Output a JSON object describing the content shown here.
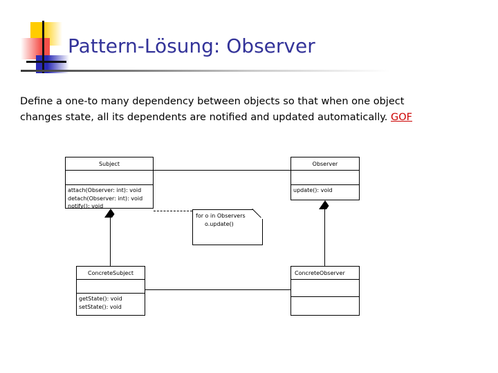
{
  "slide": {
    "title": "Pattern-Lösung: Observer",
    "title_color": "#333399",
    "body": {
      "text": "Define a one-to many dependency between objects so that when one object changes state, all its dependents are notified and updated automatically. ",
      "link_label": "GOF",
      "link_color": "#CC0000"
    }
  },
  "logo": {
    "yellow": "#FFCC00",
    "red": "#F4504A",
    "blue": "#2B2BB5",
    "cross": "#111111"
  },
  "diagram": {
    "type": "uml-class-diagram",
    "classes": [
      {
        "name": "Subject",
        "title_align": "center",
        "attributes": [],
        "operations": [
          "attach(Observer: int): void",
          "detach(Observer: int): void",
          "notify(): void"
        ]
      },
      {
        "name": "Observer",
        "title_align": "center",
        "attributes": [],
        "operations": [
          "update(): void"
        ]
      },
      {
        "name": "ConcreteSubject",
        "title_align": "center",
        "attributes": [],
        "operations": [
          "getState(): void",
          "setState(): void"
        ]
      },
      {
        "name": "ConcreteObserver",
        "title_align": "left",
        "attributes": [],
        "operations": []
      }
    ],
    "note": {
      "line1": "for o in Observers",
      "line2": "o.update()"
    },
    "relationships": [
      {
        "type": "association",
        "from": "Subject",
        "to": "Observer"
      },
      {
        "type": "dependency-note",
        "from": "Subject",
        "to": "note"
      },
      {
        "type": "generalization",
        "from": "ConcreteSubject",
        "to": "Subject"
      },
      {
        "type": "generalization",
        "from": "ConcreteObserver",
        "to": "Observer"
      },
      {
        "type": "association",
        "from": "ConcreteSubject",
        "to": "ConcreteObserver"
      }
    ]
  }
}
